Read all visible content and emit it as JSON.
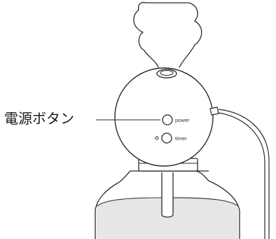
{
  "callout": {
    "text": "電源ボタン"
  },
  "device": {
    "power_label": "power",
    "timer_label": "timer"
  },
  "colors": {
    "stroke": "#2a2a2a",
    "liquid": "#e6e6e6",
    "background": "#ffffff"
  },
  "icons": {
    "power_button": "circle-button-icon",
    "timer_button": "circle-button-icon",
    "timer_indicator": "indicator-light-icon"
  }
}
